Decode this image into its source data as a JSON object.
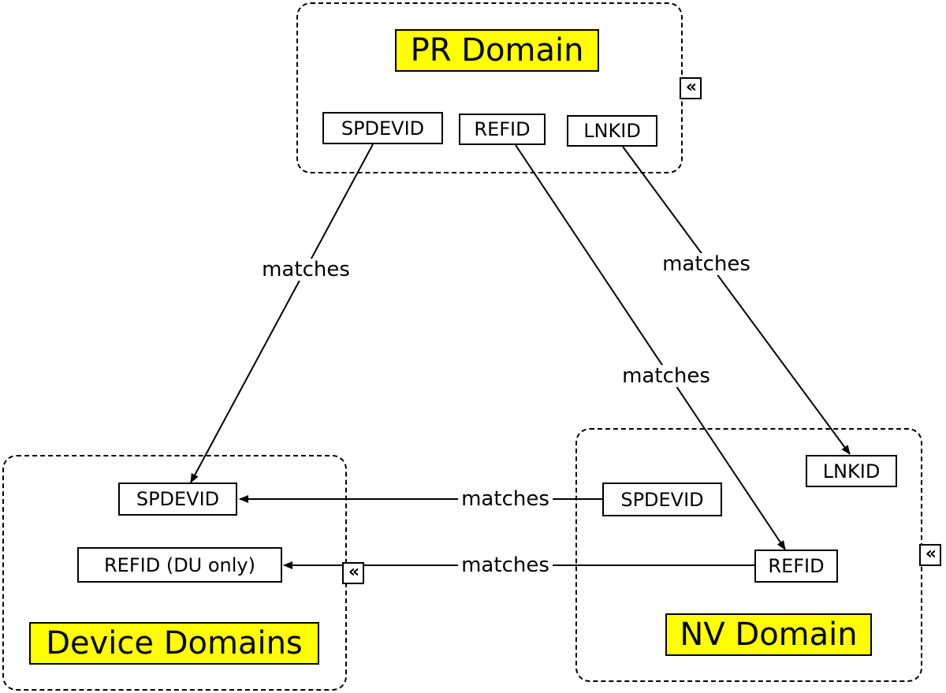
{
  "domains": {
    "pr": {
      "title": "PR Domain",
      "fields": {
        "spdevid": "SPDEVID",
        "refid": "REFID",
        "lnkid": "LNKID"
      }
    },
    "device": {
      "title": "Device Domains",
      "fields": {
        "spdevid": "SPDEVID",
        "refid": "REFID (DU only)"
      }
    },
    "nv": {
      "title": "NV Domain",
      "fields": {
        "lnkid": "LNKID",
        "spdevid": "SPDEVID",
        "refid": "REFID"
      }
    }
  },
  "connections": [
    {
      "from": "PR SPDEVID",
      "to": "Device SPDEVID",
      "label": "matches"
    },
    {
      "from": "PR REFID",
      "to": "NV REFID",
      "label": "matches"
    },
    {
      "from": "PR LNKID",
      "to": "NV LNKID",
      "label": "matches"
    },
    {
      "from": "NV SPDEVID",
      "to": "Device SPDEVID",
      "label": "matches"
    },
    {
      "from": "NV REFID",
      "to": "Device REFID",
      "label": "matches"
    }
  ],
  "collapse_icon_glyph": "«"
}
